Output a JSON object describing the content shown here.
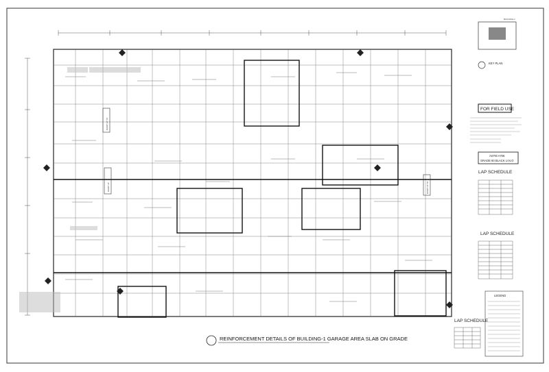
{
  "drawing": {
    "title": "REINFORCEMENT DETAILS OF BUILDING-1 GARAGE AREA SLAB ON GRADE",
    "key_plan": {
      "label": "KEY PLAN",
      "building_label": "BUILDING-1"
    },
    "field_use": "FOR FIELD USE",
    "rebar_spec": {
      "line1": "ASTM A706",
      "line2": "GRADE 60 BLACK U.N.O"
    },
    "ramp_labels": [
      "RAMP UP TO",
      "RAMP UP",
      "RAMP UP TO"
    ],
    "lap_schedules": [
      "LAP SCHEDULE",
      "LAP SCHEDULE",
      "LAP SCHEDULE"
    ],
    "legend_title": "LEGEND"
  }
}
